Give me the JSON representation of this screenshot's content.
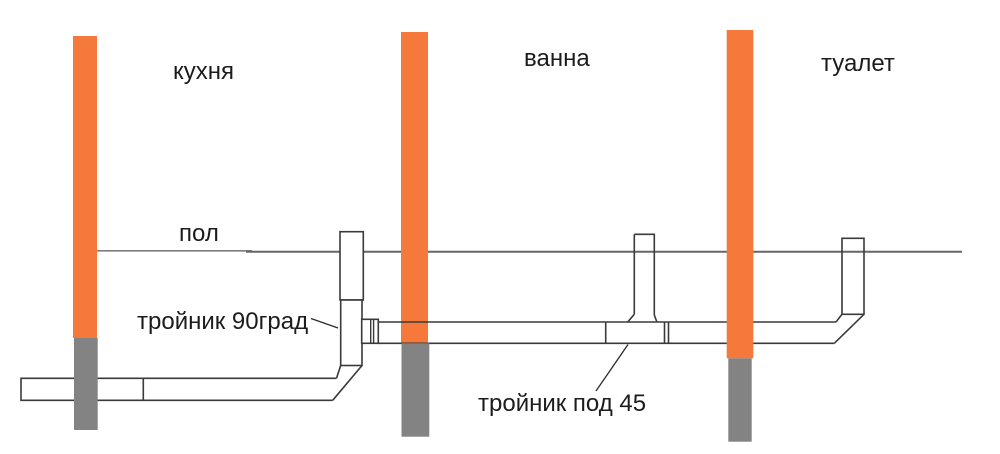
{
  "diagram": {
    "type": "plumbing-sewer-riser-scheme",
    "rooms": [
      {
        "label": "кухня"
      },
      {
        "label": "ванна"
      },
      {
        "label": "туалет"
      }
    ],
    "labels": {
      "kitchen": "кухня",
      "bath": "ванна",
      "toilet": "туалет",
      "floor": "пол",
      "tee_90": "тройник 90град",
      "tee_45": "тройник под 45"
    },
    "colors": {
      "riser_orange": "#F5793B",
      "riser_below_floor_gray": "#838383",
      "pipe_outline": "#3a3a3a",
      "floor_line": "#6a6a6a",
      "white_fill": "#ffffff"
    }
  }
}
